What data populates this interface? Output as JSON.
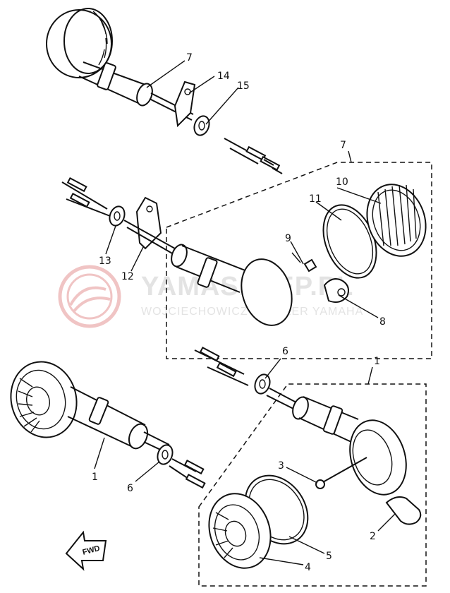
{
  "watermark": {
    "title": "YAMASKLEP.PL",
    "subtitle": "WOJCIECHOWICZ | DEALER YAMAHA"
  },
  "fwd_label": "FWD",
  "callouts": {
    "c1_top": "1",
    "c1_left": "1",
    "c2": "2",
    "c3": "3",
    "c4": "4",
    "c5": "5",
    "c6_top": "6",
    "c6_left": "6",
    "c7_top": "7",
    "c7_group": "7",
    "c8": "8",
    "c9": "9",
    "c10": "10",
    "c11": "11",
    "c12": "12",
    "c13": "13",
    "c14": "14",
    "c15": "15"
  },
  "colors": {
    "line": "#111111",
    "watermark": "#e3e3e3",
    "logo": "#f0c4c4"
  }
}
